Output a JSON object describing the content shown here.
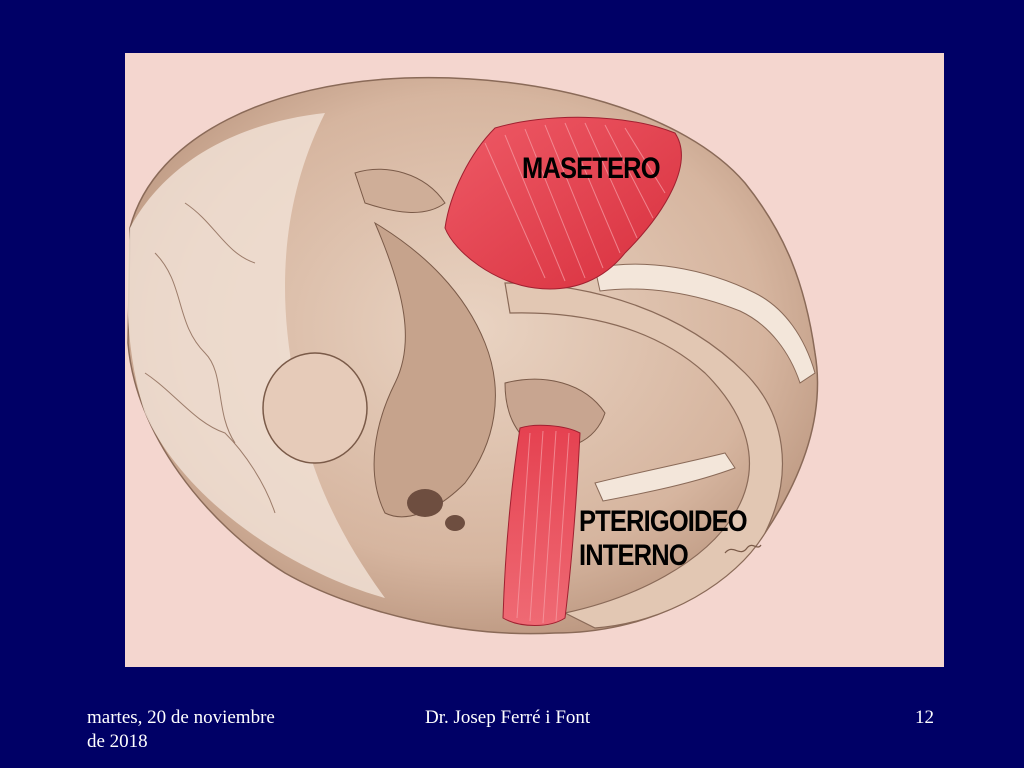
{
  "slide": {
    "labels": {
      "masetero": "MASETERO",
      "pterigoideo_line1": "PTERIGOIDEO",
      "pterigoideo_line2": "INTERNO"
    },
    "footer": {
      "date": "martes, 20 de noviembre de 2018",
      "author": "Dr. Josep Ferré i Font",
      "page_number": "12"
    }
  },
  "colors": {
    "slide_background": "#000066",
    "image_background": "#f4d6cf",
    "bone": "#d8b9a4",
    "muscle": "#e0424e",
    "footer_text": "#ffffff",
    "label_text": "#000000"
  }
}
